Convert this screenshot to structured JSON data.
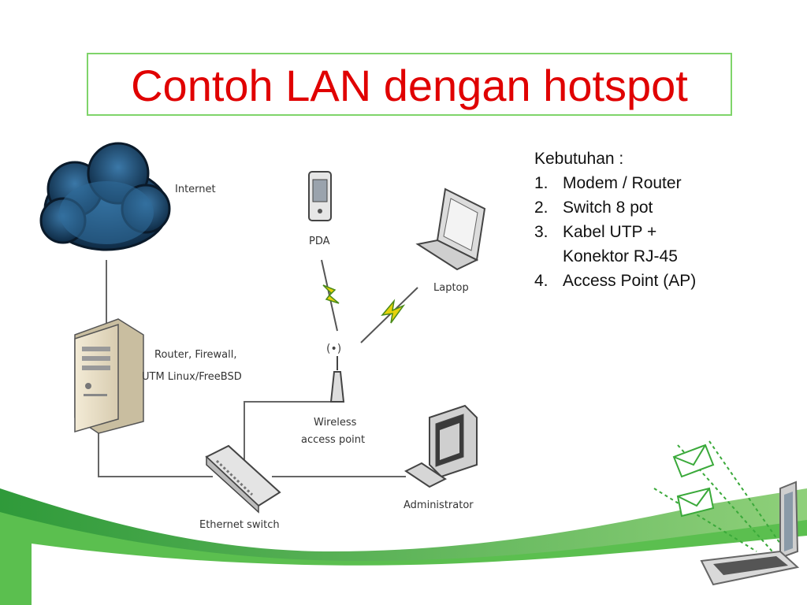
{
  "slide": {
    "title": "Contoh LAN dengan hotspot"
  },
  "requirements": {
    "heading": "Kebutuhan :",
    "items": [
      {
        "num": "1.",
        "text": "Modem / Router"
      },
      {
        "num": "2.",
        "text": "Switch 8 pot"
      },
      {
        "num": "3.",
        "text": "Kabel UTP + Konektor RJ-45"
      },
      {
        "num": "4.",
        "text": "Access Point (AP)"
      }
    ]
  },
  "diagram": {
    "internet_label": "Internet",
    "pda_label": "PDA",
    "laptop_label": "Laptop",
    "router_label_line1": "Router, Firewall,",
    "router_label_line2": "UTM Linux/FreeBSD",
    "ap_label_line1": "Wireless",
    "ap_label_line2": "access point",
    "admin_label": "Administrator",
    "switch_label": "Ethernet switch"
  },
  "colors": {
    "title": "#e00000",
    "title_border": "#7fd46a",
    "wave_green": "#3aa93a"
  }
}
